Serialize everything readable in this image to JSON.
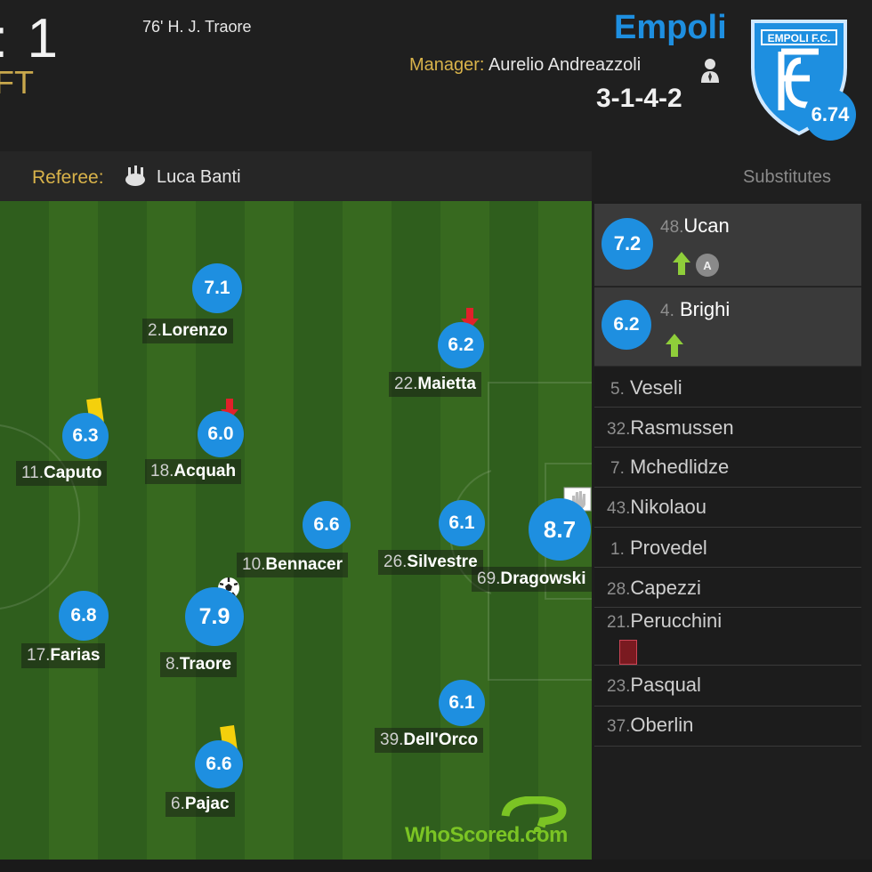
{
  "header": {
    "score": ": 1",
    "status": "FT",
    "goal_event": "76' H. J. Traore",
    "team_name": "Empoli",
    "manager_label": "Manager:",
    "manager_name": "Aurelio Andreazzoli",
    "formation": "3-1-4-2",
    "crest_text": "EMPOLI F.C.",
    "team_rating": "6.74"
  },
  "referee": {
    "label": "Referee:",
    "name": "Luca Banti"
  },
  "pitch": {
    "watermark": "WhoScored.com",
    "players": [
      {
        "num": "2.",
        "name": "Lorenzo",
        "rating": "7.1"
      },
      {
        "num": "22.",
        "name": "Maietta",
        "rating": "6.2",
        "event": "subbed-off"
      },
      {
        "num": "11.",
        "name": "Caputo",
        "rating": "6.3",
        "event": "yellow-card"
      },
      {
        "num": "18.",
        "name": "Acquah",
        "rating": "6.0",
        "event": "subbed-off"
      },
      {
        "num": "10.",
        "name": "Bennacer",
        "rating": "6.6"
      },
      {
        "num": "26.",
        "name": "Silvestre",
        "rating": "6.1"
      },
      {
        "num": "69.",
        "name": "Dragowski",
        "rating": "8.7",
        "event": "goalkeeper-gloves"
      },
      {
        "num": "17.",
        "name": "Farias",
        "rating": "6.8"
      },
      {
        "num": "8.",
        "name": "Traore",
        "rating": "7.9",
        "event": "goal"
      },
      {
        "num": "39.",
        "name": "Dell'Orco",
        "rating": "6.1"
      },
      {
        "num": "6.",
        "name": "Pajac",
        "rating": "6.6",
        "event": "yellow-card"
      }
    ]
  },
  "substitutes": {
    "title": "Substitutes",
    "used": [
      {
        "num": "48.",
        "name": "Ucan",
        "rating": "7.2",
        "badge": "A"
      },
      {
        "num": "4.",
        "name": "Brighi",
        "rating": "6.2"
      }
    ],
    "unused": [
      {
        "num": "5.",
        "name": "Veseli"
      },
      {
        "num": "32.",
        "name": "Rasmussen"
      },
      {
        "num": "7.",
        "name": "Mchedlidze"
      },
      {
        "num": "43.",
        "name": "Nikolaou"
      },
      {
        "num": "1.",
        "name": "Provedel"
      },
      {
        "num": "28.",
        "name": "Capezzi"
      },
      {
        "num": "21.",
        "name": "Perucchini",
        "event": "red-card"
      },
      {
        "num": "23.",
        "name": "Pasqual"
      },
      {
        "num": "37.",
        "name": "Oberlin"
      }
    ]
  },
  "colors": {
    "accent_blue": "#1e8fe0",
    "gold": "#d9b34a",
    "pitch_dark": "#2f5e1d",
    "pitch_light": "#386c22"
  }
}
